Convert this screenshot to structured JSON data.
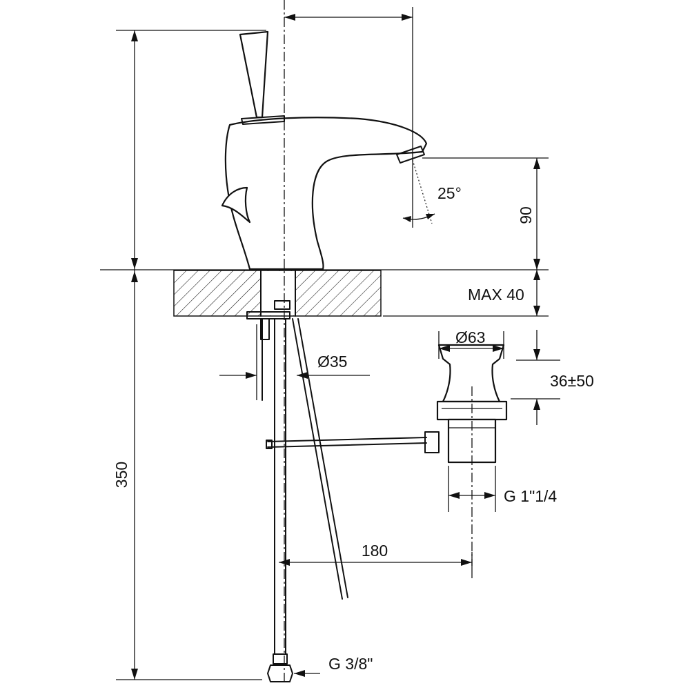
{
  "dimensions": {
    "spout_height": "90",
    "deck_thickness": "MAX 40",
    "swivel_angle": "25°",
    "hole_diameter": "Ø35",
    "waste_diameter": "Ø63",
    "waste_lift": "36±50",
    "waste_thread": "G 1\"1/4",
    "waste_distance": "180",
    "total_height": "350",
    "supply_thread": "G 3/8\""
  }
}
